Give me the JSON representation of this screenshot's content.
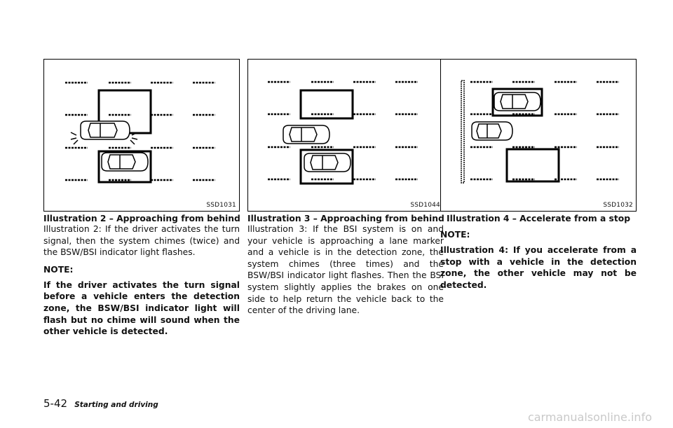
{
  "columns": [
    {
      "figure_code": "SSD1031",
      "caption": "Illustration 2 – Approaching from behind",
      "body": "Illustration 2: If the driver activates the turn signal, then the system chimes (twice) and the BSW/BSI indicator light flashes.",
      "note_label": "NOTE:",
      "note_text": "If the driver activates the turn signal before a vehicle enters the detection zone, the BSW/BSI indicator light will flash but no chime will sound when the other vehicle is detected."
    },
    {
      "figure_code": "SSD1044",
      "caption": "Illustration 3 – Approaching from behind",
      "body": "Illustration 3: If the BSI system is on and your vehicle is approaching a lane marker and a vehicle is in the detection zone, the system chimes (three times) and the BSW/BSI indicator light flashes. Then the BSI system slightly applies the brakes on one side to help return the vehicle back to the center of the driving lane."
    },
    {
      "figure_code": "SSD1032",
      "caption": "Illustration 4 – Accelerate from a stop",
      "note_label": "NOTE:",
      "note_text": "Illustration 4: If you accelerate from a stop with a vehicle in the detection zone, the other vehicle may not be detected."
    }
  ],
  "footer": {
    "page_number": "5-42",
    "section": "Starting and driving"
  },
  "watermark": "carmanualsonline.info"
}
